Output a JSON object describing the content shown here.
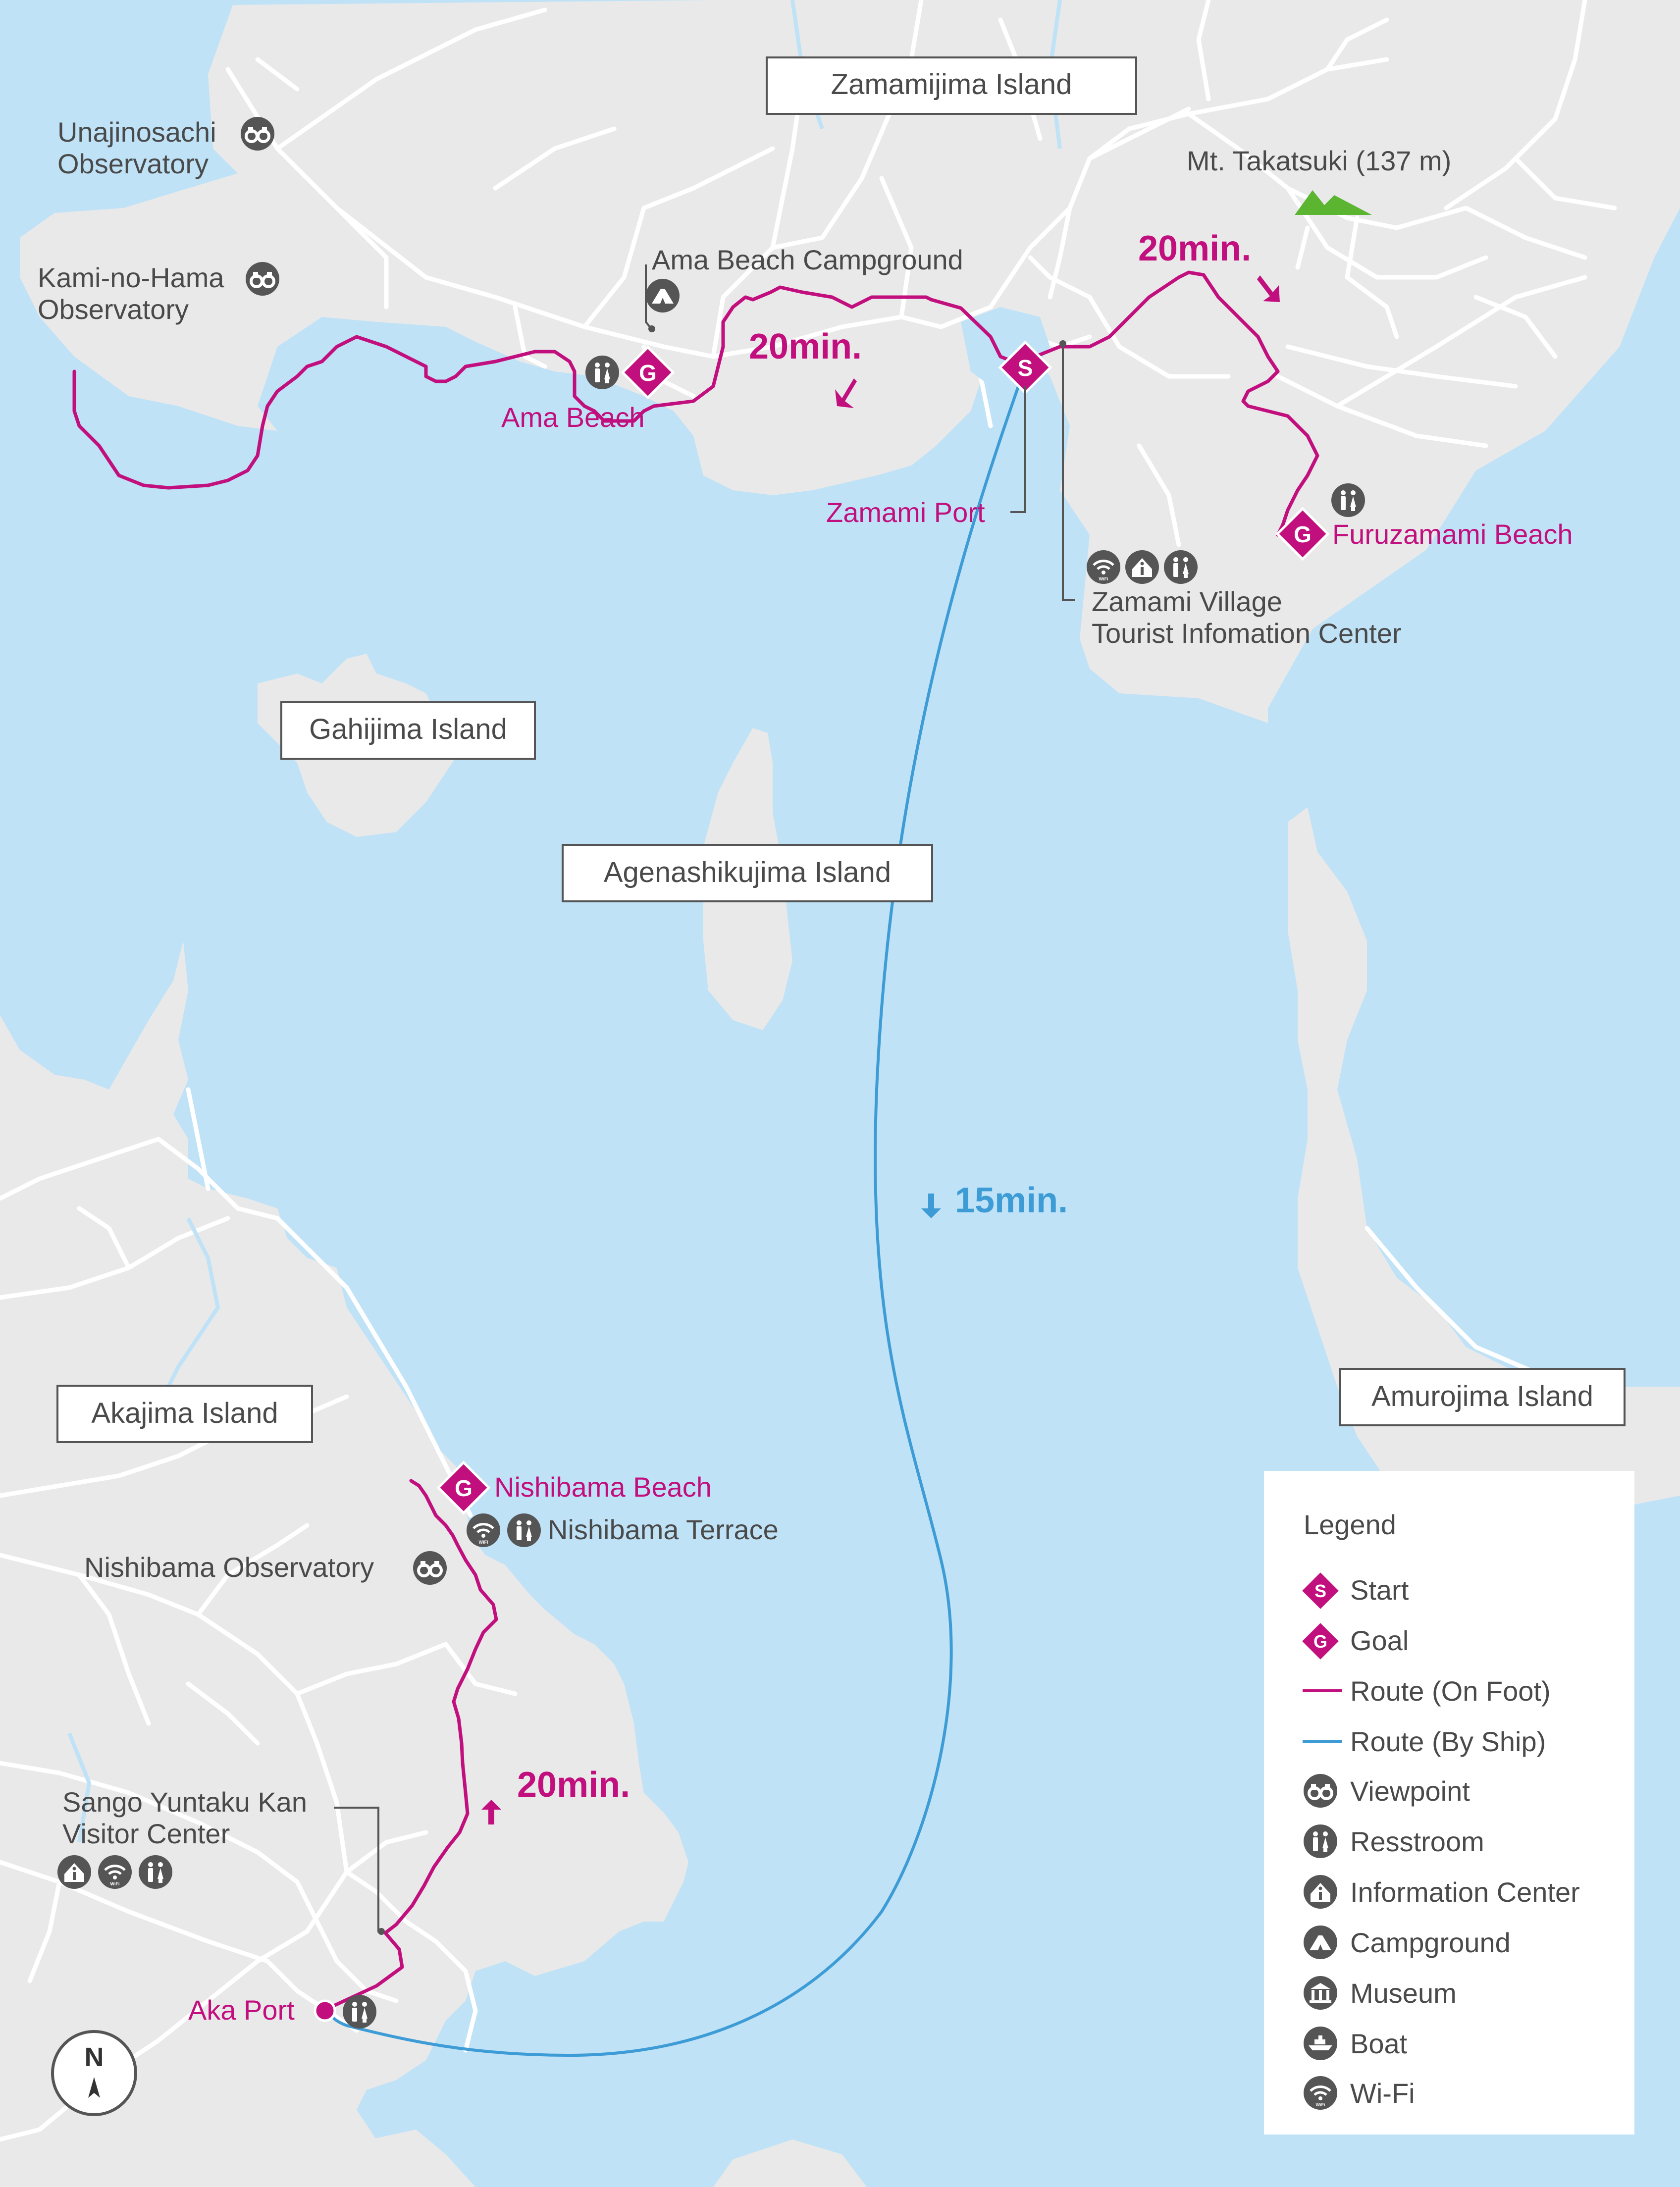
{
  "islands": {
    "zamami": "Zamamijima Island",
    "gahi": "Gahijima Island",
    "agenashiku": "Agenashikujima Island",
    "amuro": "Amurojima Island",
    "aka": "Akajima Island"
  },
  "places": {
    "unajino_1": "Unajinosachi",
    "unajino_2": "Observatory",
    "kaminohama_1": "Kami-no-Hama",
    "kaminohama_2": "Observatory",
    "ama_camp": "Ama Beach Campground",
    "ama_beach": "Ama Beach",
    "zamami_port": "Zamami Port",
    "takatsuki": "Mt. Takatsuki (137 m)",
    "furuzamami": "Furuzamami Beach",
    "tic_1": "Zamami Village",
    "tic_2": "Tourist Infomation Center",
    "nishibama_beach": "Nishibama Beach",
    "nishibama_terrace": "Nishibama Terrace",
    "nishibama_obs": "Nishibama Observatory",
    "sango_1": "Sango Yuntaku Kan",
    "sango_2": "Visitor Center",
    "aka_port": "Aka Port"
  },
  "routes": {
    "walk_ama": "20min.",
    "walk_furuzamami": "20min.",
    "ship": "15min.",
    "walk_nishibama": "20min."
  },
  "markers": {
    "start": "S",
    "goal": "G",
    "north": "N"
  },
  "legend": {
    "title": "Legend",
    "start": "Start",
    "goal": "Goal",
    "route_foot": "Route (On Foot)",
    "route_ship": "Route (By Ship)",
    "viewpoint": "Viewpoint",
    "restroom": "Resstroom",
    "info": "Information Center",
    "camp": "Campground",
    "museum": "Museum",
    "boat": "Boat",
    "wifi": "Wi-Fi"
  },
  "colors": {
    "sea": "#bfe2f6",
    "land": "#e9e9ea",
    "road": "#ffffff",
    "route_foot": "#c20f7e",
    "route_ship": "#3d9bd6",
    "icon": "#555555",
    "mountain": "#5bb531"
  },
  "icons": [
    "binoculars-icon",
    "restroom-icon",
    "info-icon",
    "camp-icon",
    "museum-icon",
    "boat-icon",
    "wifi-icon",
    "north-arrow-icon",
    "mountain-icon"
  ]
}
